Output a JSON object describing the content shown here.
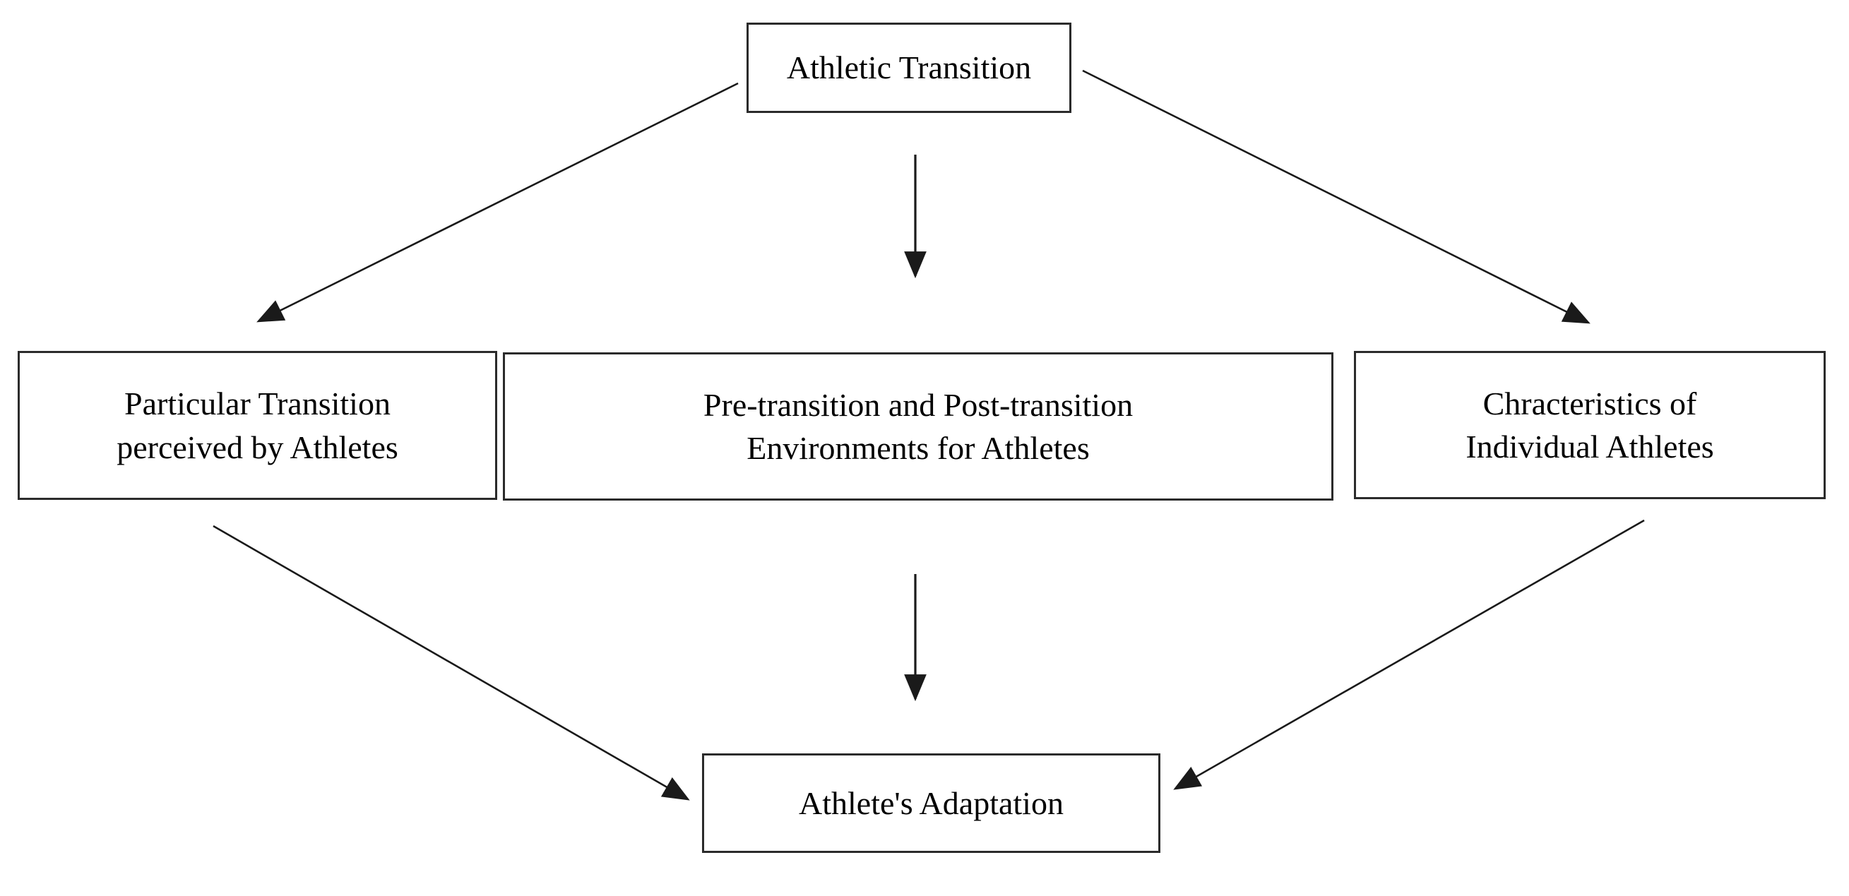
{
  "diagram": {
    "type": "flowchart",
    "background_color": "#ffffff",
    "box_border_color": "#2b2b2b",
    "text_color": "#000000",
    "arrow_color": "#1a1a1a",
    "nodes": {
      "athletic_transition": {
        "label": "Athletic Transition"
      },
      "particular_transition": {
        "label": "Particular Transition\nperceived by Athletes"
      },
      "environments": {
        "label": "Pre-transition and Post-transition\nEnvironments for Athletes"
      },
      "characteristics": {
        "label": "Chracteristics of\nIndividual Athletes"
      },
      "adaptation": {
        "label": "Athlete's Adaptation"
      }
    },
    "edges": [
      {
        "from": "athletic_transition",
        "to": "particular_transition"
      },
      {
        "from": "athletic_transition",
        "to": "environments"
      },
      {
        "from": "athletic_transition",
        "to": "characteristics"
      },
      {
        "from": "particular_transition",
        "to": "adaptation"
      },
      {
        "from": "environments",
        "to": "adaptation"
      },
      {
        "from": "characteristics",
        "to": "adaptation"
      }
    ]
  }
}
